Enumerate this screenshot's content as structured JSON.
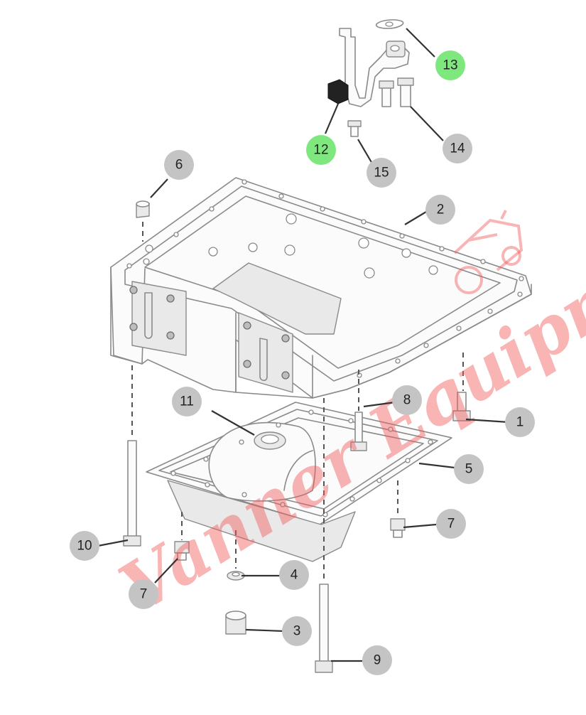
{
  "diagram": {
    "callouts": [
      {
        "id": "c1",
        "label": "1",
        "color": "#c4c4c4"
      },
      {
        "id": "c2",
        "label": "2",
        "color": "#c4c4c4"
      },
      {
        "id": "c3",
        "label": "3",
        "color": "#c4c4c4"
      },
      {
        "id": "c4",
        "label": "4",
        "color": "#c4c4c4"
      },
      {
        "id": "c5",
        "label": "5",
        "color": "#c4c4c4"
      },
      {
        "id": "c6",
        "label": "6",
        "color": "#c4c4c4"
      },
      {
        "id": "c7a",
        "label": "7",
        "color": "#c4c4c4"
      },
      {
        "id": "c7b",
        "label": "7",
        "color": "#c4c4c4"
      },
      {
        "id": "c8",
        "label": "8",
        "color": "#c4c4c4"
      },
      {
        "id": "c9",
        "label": "9",
        "color": "#c4c4c4"
      },
      {
        "id": "c10",
        "label": "10",
        "color": "#c4c4c4"
      },
      {
        "id": "c11",
        "label": "11",
        "color": "#c4c4c4"
      },
      {
        "id": "c12",
        "label": "12",
        "color": "#7ee87e"
      },
      {
        "id": "c13",
        "label": "13",
        "color": "#7ee87e"
      },
      {
        "id": "c14",
        "label": "14",
        "color": "#c4c4c4"
      },
      {
        "id": "c15",
        "label": "15",
        "color": "#c4c4c4"
      }
    ],
    "watermark": {
      "text": "Vanner Equipment",
      "color": "#f25a5a"
    }
  }
}
